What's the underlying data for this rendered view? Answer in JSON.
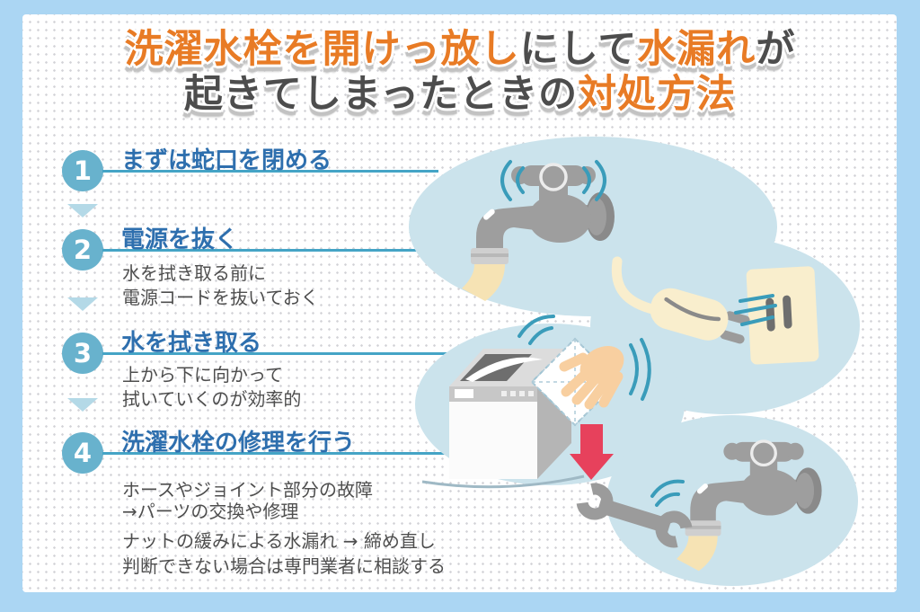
{
  "title": {
    "lines": [
      {
        "segments": [
          {
            "text": "洗濯水栓を開けっ放し",
            "accent": true
          },
          {
            "text": "にして",
            "accent": false
          },
          {
            "text": "水漏れ",
            "accent": true
          },
          {
            "text": "が",
            "accent": false
          }
        ]
      },
      {
        "segments": [
          {
            "text": "起きてしまったときの",
            "accent": false
          },
          {
            "text": "対処方法",
            "accent": true
          }
        ]
      }
    ]
  },
  "steps": [
    {
      "number": "1",
      "title": "まずは蛇口を閉める",
      "description": []
    },
    {
      "number": "2",
      "title": "電源を抜く",
      "description": [
        "水を拭き取る前に",
        "電源コードを抜いておく"
      ]
    },
    {
      "number": "3",
      "title": "水を拭き取る",
      "description": [
        "上から下に向かって",
        "拭いていくのが効率的"
      ]
    },
    {
      "number": "4",
      "title": "洗濯水栓の修理を行う",
      "description": [
        "ホースやジョイント部分の故障",
        "→パーツの交換や修理",
        "ナットの緩みによる水漏れ → 締め直し",
        "判断できない場合は専門業者に相談する"
      ]
    }
  ],
  "illustrations": [
    {
      "name": "vibrating-faucet-with-hose"
    },
    {
      "name": "power-plug-unplugged-from-outlet"
    },
    {
      "name": "wiping-washing-machine-with-cloth"
    },
    {
      "name": "wrench-repairing-faucet"
    }
  ],
  "colors": {
    "frame_blue": "#abd6f3",
    "accent_orange": "#e87b25",
    "title_gray": "#4d4d4d",
    "heading_blue": "#2e6fae",
    "underline_teal": "#45a4c6",
    "number_circle_blue": "#68b2cd",
    "triangle_blue": "#b4d9e7",
    "body_text_gray": "#4e4e4e",
    "bubble_blue": "#cbe3ec",
    "motion_arc_teal": "#3a9cba",
    "red_arrow": "#e7415c",
    "cream": "#f9eecd"
  }
}
